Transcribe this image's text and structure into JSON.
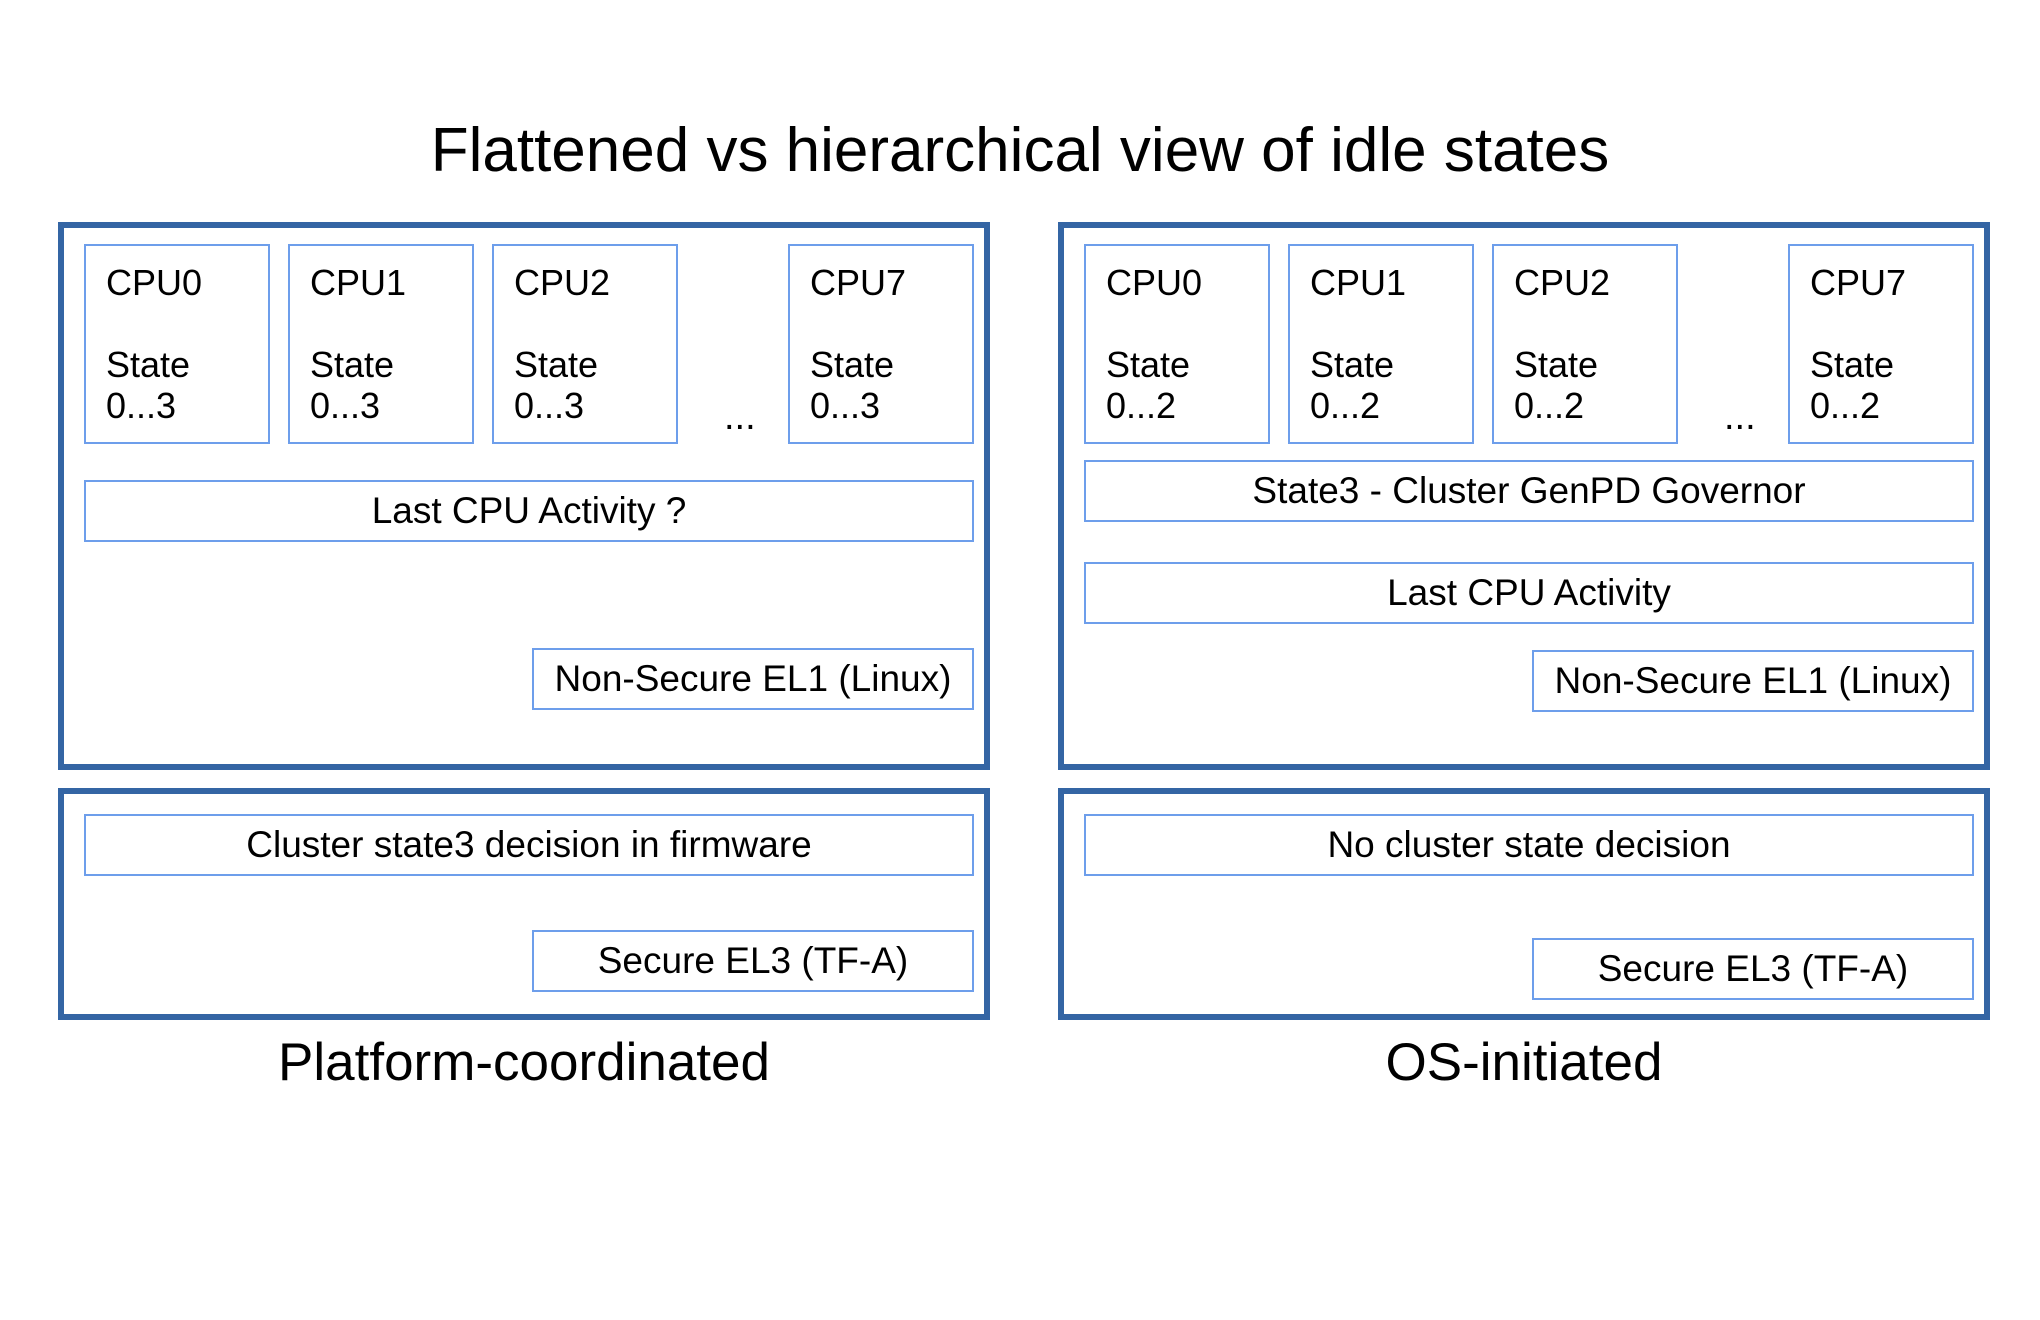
{
  "title": "Flattened vs hierarchical view of idle states",
  "colors": {
    "panel_border": "#3465a4",
    "box_border": "#6d9eeb",
    "background": "#ffffff",
    "text": "#000000"
  },
  "columns": [
    {
      "id": "platform-coordinated",
      "caption": "Platform-coordinated",
      "os_panel": {
        "cpus": [
          {
            "name": "CPU0",
            "state": "State\n0...3"
          },
          {
            "name": "CPU1",
            "state": "State\n0...3"
          },
          {
            "name": "CPU2",
            "state": "State\n0...3"
          },
          {
            "name": "CPU7",
            "state": "State\n0...3"
          }
        ],
        "ellipsis": "...",
        "bars": [
          "Last CPU Activity ?"
        ],
        "level_label": "Non-Secure EL1 (Linux)"
      },
      "fw_panel": {
        "bars": [
          "Cluster state3 decision in firmware"
        ],
        "level_label": "Secure EL3 (TF-A)"
      }
    },
    {
      "id": "os-initiated",
      "caption": "OS-initiated",
      "os_panel": {
        "cpus": [
          {
            "name": "CPU0",
            "state": "State\n0...2"
          },
          {
            "name": "CPU1",
            "state": "State\n0...2"
          },
          {
            "name": "CPU2",
            "state": "State\n0...2"
          },
          {
            "name": "CPU7",
            "state": "State\n0...2"
          }
        ],
        "ellipsis": "...",
        "bars": [
          "State3 - Cluster GenPD Governor",
          "Last CPU Activity"
        ],
        "level_label": "Non-Secure EL1 (Linux)"
      },
      "fw_panel": {
        "bars": [
          "No cluster state decision"
        ],
        "level_label": "Secure EL3 (TF-A)"
      }
    }
  ]
}
